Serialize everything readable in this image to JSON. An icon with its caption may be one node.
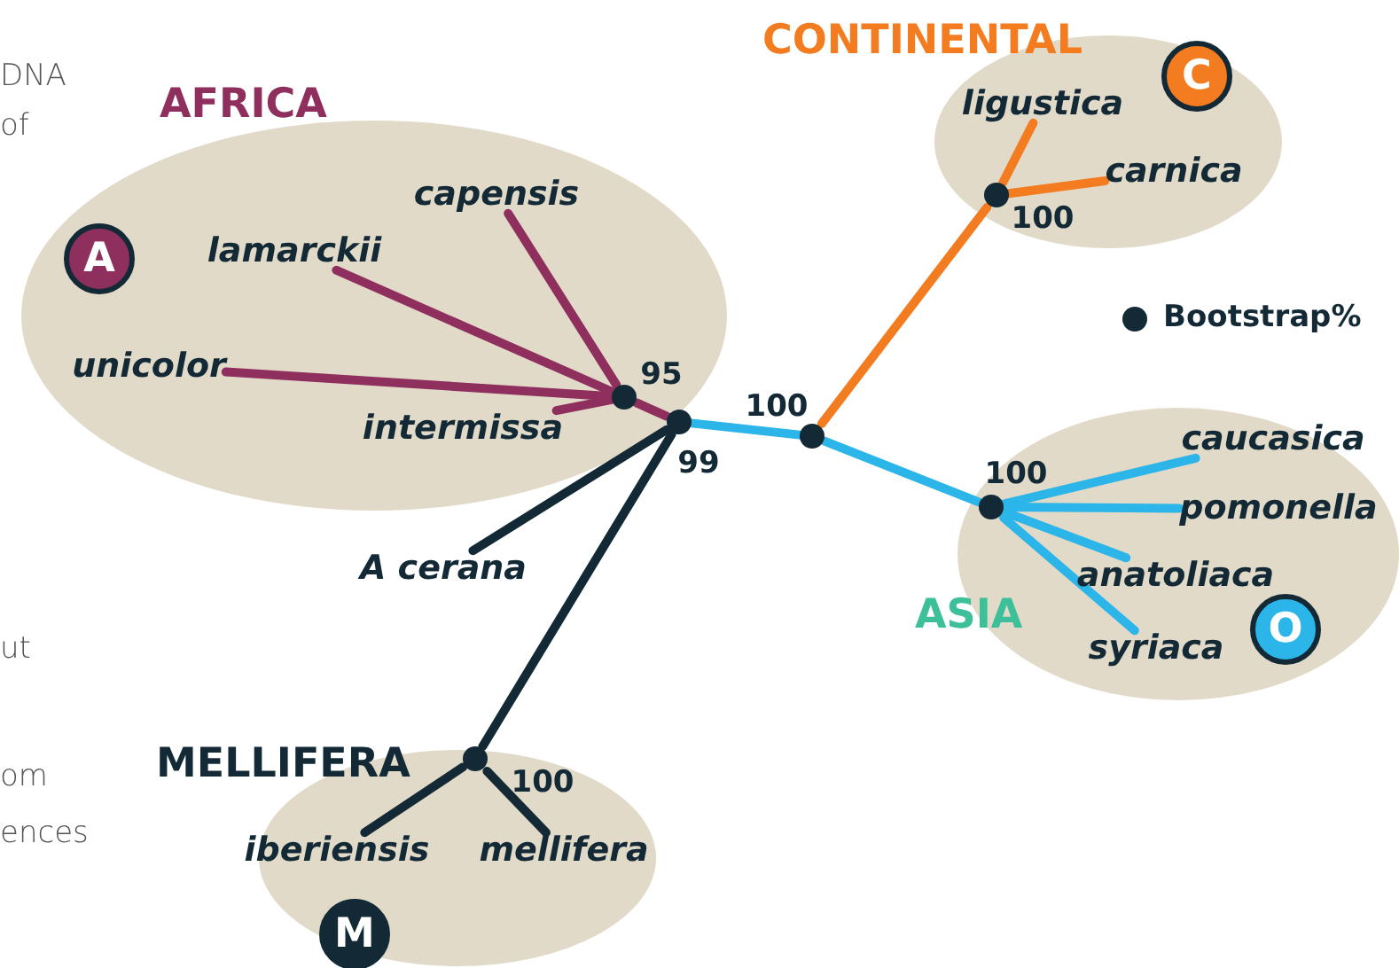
{
  "diagram": {
    "nodes": [
      {
        "text": [
          "AFRICA"
        ]
      },
      {
        "text": [
          "A"
        ],
        "in": 0
      },
      {
        "text": [
          "capensis"
        ],
        "in": 0
      },
      {
        "text": [
          "lamarckii"
        ],
        "in": 0
      },
      {
        "text": [
          "unicolor"
        ],
        "in": 0
      },
      {
        "text": [
          "intermissa"
        ],
        "in": 0
      },
      {
        "text": [],
        "shape": "circle",
        "in": 0,
        "beside": [
          "95"
        ]
      },
      {
        "text": [],
        "shape": "circle",
        "beside": [
          "99"
        ]
      },
      {
        "text": [
          "A cerana"
        ]
      },
      {
        "text": [],
        "shape": "circle",
        "beside": [
          "100"
        ]
      },
      {
        "text": [
          "CONTINENTAL"
        ]
      },
      {
        "text": [
          "C"
        ],
        "in": 10
      },
      {
        "text": [
          "ligustica"
        ],
        "in": 10
      },
      {
        "text": [
          "carnica"
        ],
        "in": 10
      },
      {
        "text": [],
        "shape": "circle",
        "in": 10,
        "beside": [
          "100"
        ]
      },
      {
        "text": [
          "ASIA"
        ]
      },
      {
        "text": [
          "O"
        ],
        "in": 15
      },
      {
        "text": [
          "caucasica"
        ],
        "in": 15
      },
      {
        "text": [
          "pomonella"
        ],
        "in": 15
      },
      {
        "text": [
          "anatoliaca"
        ],
        "in": 15
      },
      {
        "text": [
          "syriaca"
        ],
        "in": 15
      },
      {
        "text": [],
        "shape": "circle",
        "in": 15,
        "beside": [
          "100"
        ]
      },
      {
        "text": [
          "MELLIFERA"
        ]
      },
      {
        "text": [
          "M"
        ],
        "in": 22
      },
      {
        "text": [
          "iberiensis"
        ],
        "in": 22
      },
      {
        "text": [
          "mellifera"
        ],
        "in": 22
      },
      {
        "text": [],
        "shape": "circle",
        "in": 22,
        "beside": [
          "100"
        ]
      }
    ],
    "edges": [
      {
        "from": 6,
        "to": 2,
        "arrow": "none",
        "color": "#8e2f5e"
      },
      {
        "from": 6,
        "to": 3,
        "arrow": "none",
        "color": "#8e2f5e"
      },
      {
        "from": 6,
        "to": 4,
        "arrow": "none",
        "color": "#8e2f5e"
      },
      {
        "from": 6,
        "to": 5,
        "arrow": "none",
        "color": "#8e2f5e"
      },
      {
        "from": 7,
        "to": 6,
        "arrow": "none",
        "color": "#8e2f5e"
      },
      {
        "from": 7,
        "to": 8,
        "arrow": "none",
        "color": "#132a36"
      },
      {
        "from": 7,
        "to": 26,
        "arrow": "none",
        "color": "#132a36"
      },
      {
        "from": 7,
        "to": 9,
        "arrow": "none",
        "color": "#2bb5e8"
      },
      {
        "from": 9,
        "to": 14,
        "arrow": "none",
        "color": "#f47c20"
      },
      {
        "from": 14,
        "to": 12,
        "arrow": "none",
        "color": "#f47c20"
      },
      {
        "from": 14,
        "to": 13,
        "arrow": "none",
        "color": "#f47c20"
      },
      {
        "from": 9,
        "to": 21,
        "arrow": "none",
        "color": "#2bb5e8"
      },
      {
        "from": 21,
        "to": 17,
        "arrow": "none",
        "color": "#2bb5e8"
      },
      {
        "from": 21,
        "to": 18,
        "arrow": "none",
        "color": "#2bb5e8"
      },
      {
        "from": 21,
        "to": 19,
        "arrow": "none",
        "color": "#2bb5e8"
      },
      {
        "from": 21,
        "to": 20,
        "arrow": "none",
        "color": "#2bb5e8"
      },
      {
        "from": 26,
        "to": 24,
        "arrow": "none",
        "color": "#132a36"
      },
      {
        "from": 26,
        "to": 25,
        "arrow": "none",
        "color": "#132a36"
      }
    ],
    "labels": [
      "DNA",
      "of",
      "ut",
      "om",
      "ences"
    ],
    "legend": [
      {
        "text": "Bootstrap%"
      }
    ]
  }
}
